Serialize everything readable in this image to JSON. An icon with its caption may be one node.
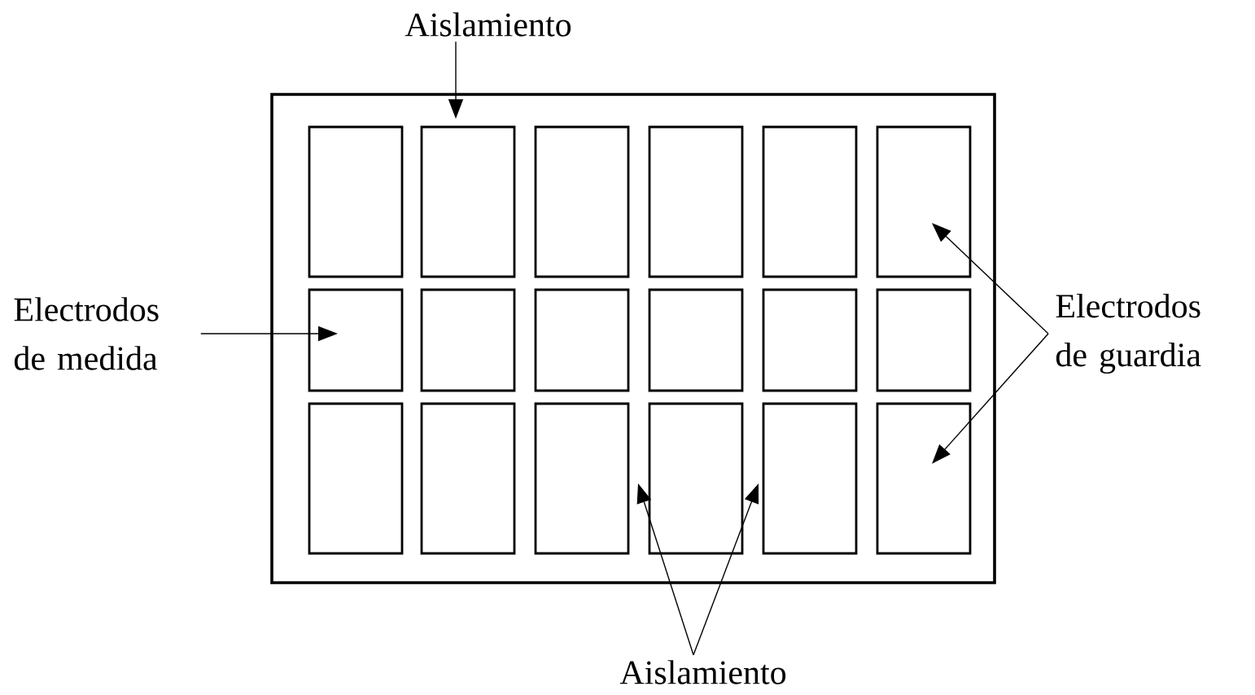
{
  "diagram": {
    "nodes": [
      {
        "text": [],
        "shape": "box"
      },
      {
        "text": [],
        "shape": "box",
        "in": 0
      },
      {
        "text": [],
        "shape": "box",
        "in": 0
      },
      {
        "text": [],
        "shape": "box",
        "in": 0
      },
      {
        "text": [],
        "shape": "box",
        "in": 0
      },
      {
        "text": [],
        "shape": "box",
        "in": 0
      },
      {
        "text": [],
        "shape": "box",
        "in": 0
      },
      {
        "text": [],
        "shape": "box",
        "in": 0
      },
      {
        "text": [],
        "shape": "box",
        "in": 0
      },
      {
        "text": [],
        "shape": "box",
        "in": 0
      },
      {
        "text": [],
        "shape": "box",
        "in": 0
      },
      {
        "text": [],
        "shape": "box",
        "in": 0
      },
      {
        "text": [],
        "shape": "box",
        "in": 0
      },
      {
        "text": [],
        "shape": "box",
        "in": 0
      },
      {
        "text": [],
        "shape": "box",
        "in": 0
      },
      {
        "text": [],
        "shape": "box",
        "in": 0
      },
      {
        "text": [],
        "shape": "box",
        "in": 0
      },
      {
        "text": [],
        "shape": "box",
        "in": 0
      },
      {
        "text": [],
        "shape": "box",
        "in": 0
      },
      {
        "text": [
          "Aislamiento"
        ]
      },
      {
        "text": [
          "Electrodos de medida"
        ]
      },
      {
        "text": [
          "Electrodos de guardia"
        ]
      },
      {
        "text": [
          "Aislamiento"
        ]
      }
    ],
    "edges": [
      {
        "from": 19,
        "to": 0,
        "arrow": "to"
      },
      {
        "from": 20,
        "to": 7,
        "arrow": "to"
      },
      {
        "from": 21,
        "to": 6,
        "arrow": "to"
      },
      {
        "from": 21,
        "to": 18,
        "arrow": "to"
      },
      {
        "from": 22,
        "to": 0,
        "arrow": "to"
      },
      {
        "from": 22,
        "to": 0,
        "arrow": "to"
      }
    ]
  }
}
